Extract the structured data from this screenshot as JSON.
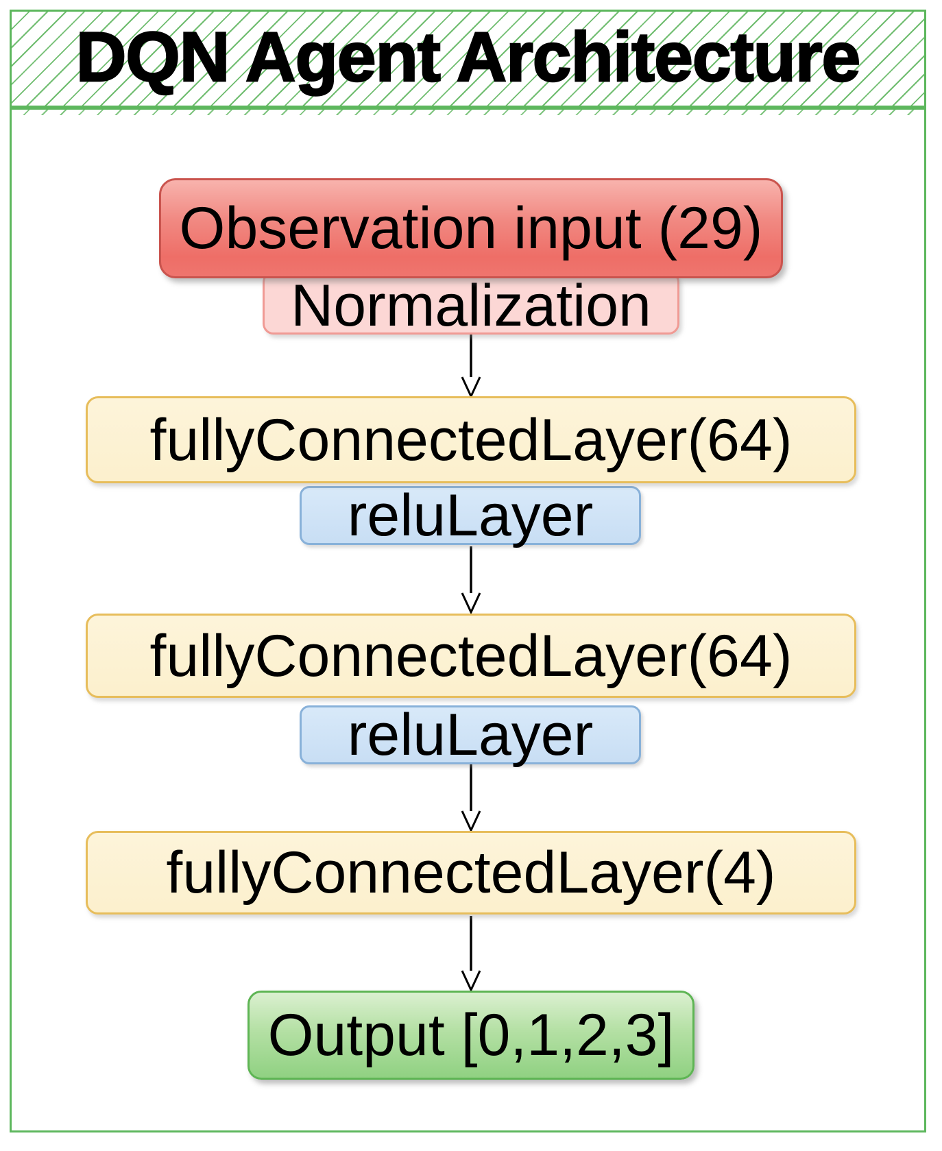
{
  "title": "DQN Agent Architecture",
  "nodes": {
    "observation": {
      "label": "Observation input (29)"
    },
    "normalization": {
      "label": "Normalization"
    },
    "fc1": {
      "label": "fullyConnectedLayer(64)"
    },
    "relu1": {
      "label": "reluLayer"
    },
    "fc2": {
      "label": "fullyConnectedLayer(64)"
    },
    "relu2": {
      "label": "reluLayer"
    },
    "fc3": {
      "label": "fullyConnectedLayer(4)"
    },
    "output": {
      "label": "Output [0,1,2,3]"
    }
  },
  "flow_order": [
    "observation",
    "normalization",
    "fc1",
    "relu1",
    "fc2",
    "relu2",
    "fc3",
    "output"
  ],
  "arrow_count": 4,
  "colors": {
    "frame_green": "#5db75d",
    "hatch_green": "#70bd70",
    "input_red_fill": "#ee6e67",
    "input_red_border": "#ca544e",
    "normalization_pink_fill": "#fcd7d5",
    "normalization_pink_border": "#f09a94",
    "fc_yellow_fill": "#fdf3d6",
    "fc_yellow_border": "#e7bd5b",
    "relu_blue_fill": "#cfe3f6",
    "relu_blue_border": "#88b1d9",
    "output_green_fill": "#90d182",
    "output_green_border": "#5eb554",
    "arrow_black": "#000000",
    "text_black": "#000000"
  }
}
